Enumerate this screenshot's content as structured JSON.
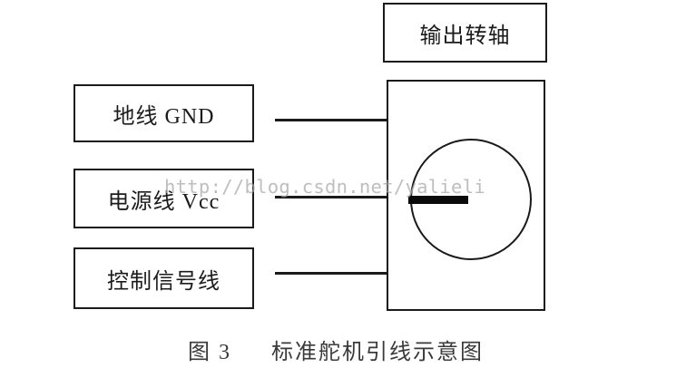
{
  "diagram": {
    "output_shaft_label": "输出转轴",
    "wire_boxes": [
      {
        "id": "gnd",
        "label": "地线 GND"
      },
      {
        "id": "vcc",
        "label": "电源线 Vcc"
      },
      {
        "id": "signal",
        "label": "控制信号线"
      }
    ],
    "watermark": "http://blog.csdn.net/yalieli",
    "caption": {
      "figure_no": "图 3",
      "title": "标准舵机引线示意图"
    },
    "colors": {
      "ink": "#1a1a1a",
      "servo_horn": "#0a0a0a",
      "caption_text": "#3a3a3a",
      "watermark_text": "#a8a8a8",
      "background": "#ffffff"
    }
  }
}
